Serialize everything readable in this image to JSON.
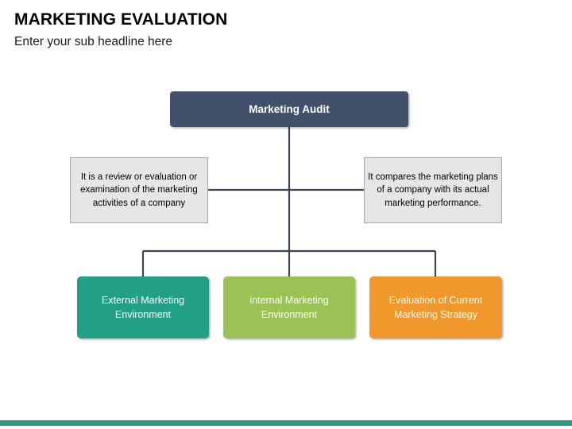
{
  "header": {
    "title": "MARKETING EVALUATION",
    "subtitle": "Enter your sub headline here"
  },
  "diagram": {
    "root": {
      "label": "Marketing Audit",
      "color": "#42506b",
      "text_color": "#ffffff"
    },
    "descriptions": [
      {
        "label": "It is a review or evaluation or examination of the marketing activities of a company",
        "color": "#e6e6e6",
        "border_color": "#a6a6a6",
        "text_color": "#000000"
      },
      {
        "label": "It compares the marketing plans of a company with its actual marketing performance.",
        "color": "#e6e6e6",
        "border_color": "#a6a6a6",
        "text_color": "#000000"
      }
    ],
    "leaves": [
      {
        "label": "External Marketing Environment",
        "color": "#22a085",
        "text_color": "#ffffff"
      },
      {
        "label": "internal Marketing Environment",
        "color": "#9bc255",
        "text_color": "#ffffff"
      },
      {
        "label": "Evaluation of Current Marketing Strategy",
        "color": "#f0982b",
        "text_color": "#ffffff"
      }
    ],
    "connector_color": "#3b4558"
  },
  "accent_bar": {
    "color": "#2b9c7f"
  }
}
